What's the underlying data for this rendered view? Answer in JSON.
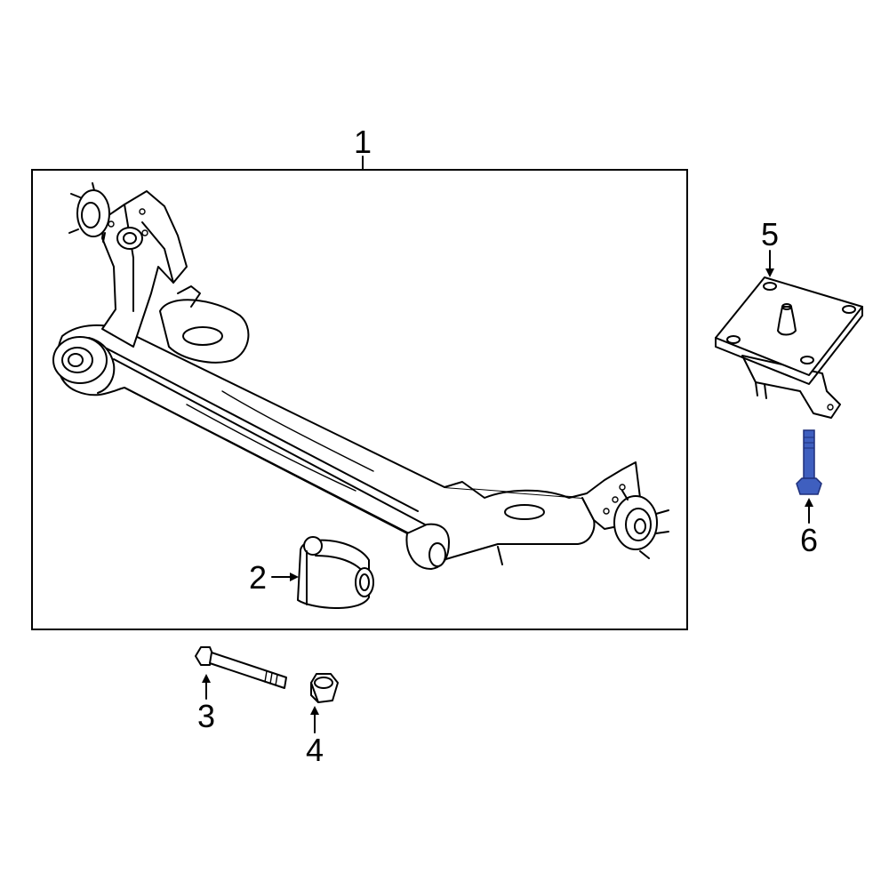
{
  "callouts": {
    "c1": "1",
    "c2": "2",
    "c3": "3",
    "c4": "4",
    "c5": "5",
    "c6": "6"
  },
  "parts": [
    {
      "number": "1",
      "icon": "rear-axle-beam"
    },
    {
      "number": "2",
      "icon": "axle-bushing"
    },
    {
      "number": "3",
      "icon": "pivot-bolt"
    },
    {
      "number": "4",
      "icon": "flange-nut"
    },
    {
      "number": "5",
      "icon": "mount-bracket"
    },
    {
      "number": "6",
      "icon": "bracket-bolt",
      "highlighted": true
    }
  ],
  "colors": {
    "line": "#000000",
    "background": "#ffffff",
    "highlight": "#3f5fbf",
    "highlight_dark": "#1e2f7a"
  }
}
